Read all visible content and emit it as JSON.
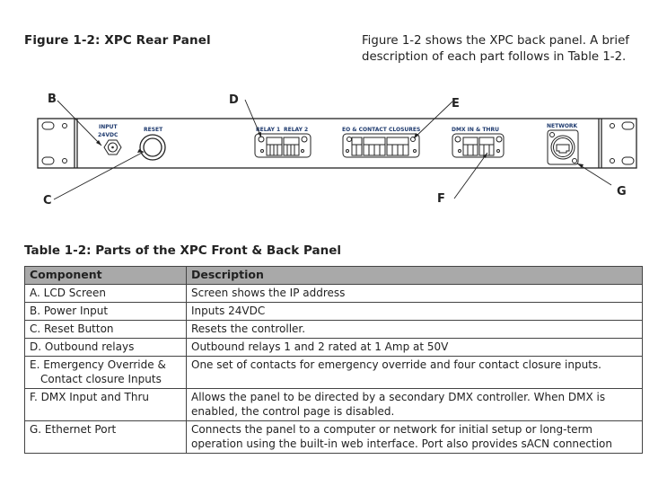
{
  "figure": {
    "title": "Figure 1-2:  XPC Rear Panel",
    "intro_lines": [
      "Figure 1-2 shows the XPC back panel. A brief",
      "description of each part follows in Table 1-2."
    ],
    "panel_labels": {
      "input": "INPUT",
      "input_voltage": "24VDC",
      "reset": "RESET",
      "relay1": "RELAY 1",
      "relay2": "RELAY 2",
      "eo_contacts": "EO & CONTACT CLOSURES",
      "dmx": "DMX IN & THRU",
      "network": "NETWORK"
    },
    "callouts": [
      "B",
      "C",
      "D",
      "E",
      "F",
      "G"
    ]
  },
  "table": {
    "title": "Table 1-2: Parts of the XPC Front & Back Panel",
    "headers": [
      "Component",
      "Description"
    ],
    "rows": [
      {
        "component": "A.  LCD Screen",
        "component2": "",
        "description": "Screen shows the IP address"
      },
      {
        "component": "B.  Power Input",
        "component2": "",
        "description": "Inputs 24VDC"
      },
      {
        "component": "C.  Reset Button",
        "component2": "",
        "description": "Resets the controller."
      },
      {
        "component": "D.  Outbound relays",
        "component2": "",
        "description": "Outbound relays 1 and 2 rated at 1 Amp at 50V"
      },
      {
        "component": "E. Emergency Override &",
        "component2": "Contact closure Inputs",
        "description": "One set of contacts for emergency override and four contact closure inputs."
      },
      {
        "component": "F.  DMX Input and Thru",
        "component2": "",
        "description": "Allows the panel to be directed by a secondary DMX controller.  When DMX is enabled, the control page is disabled."
      },
      {
        "component": "G.  Ethernet Port",
        "component2": "",
        "description": "Connects the panel to a computer or network for initial setup or long-term operation using the built-in web interface.  Port also provides sACN connection"
      }
    ]
  }
}
